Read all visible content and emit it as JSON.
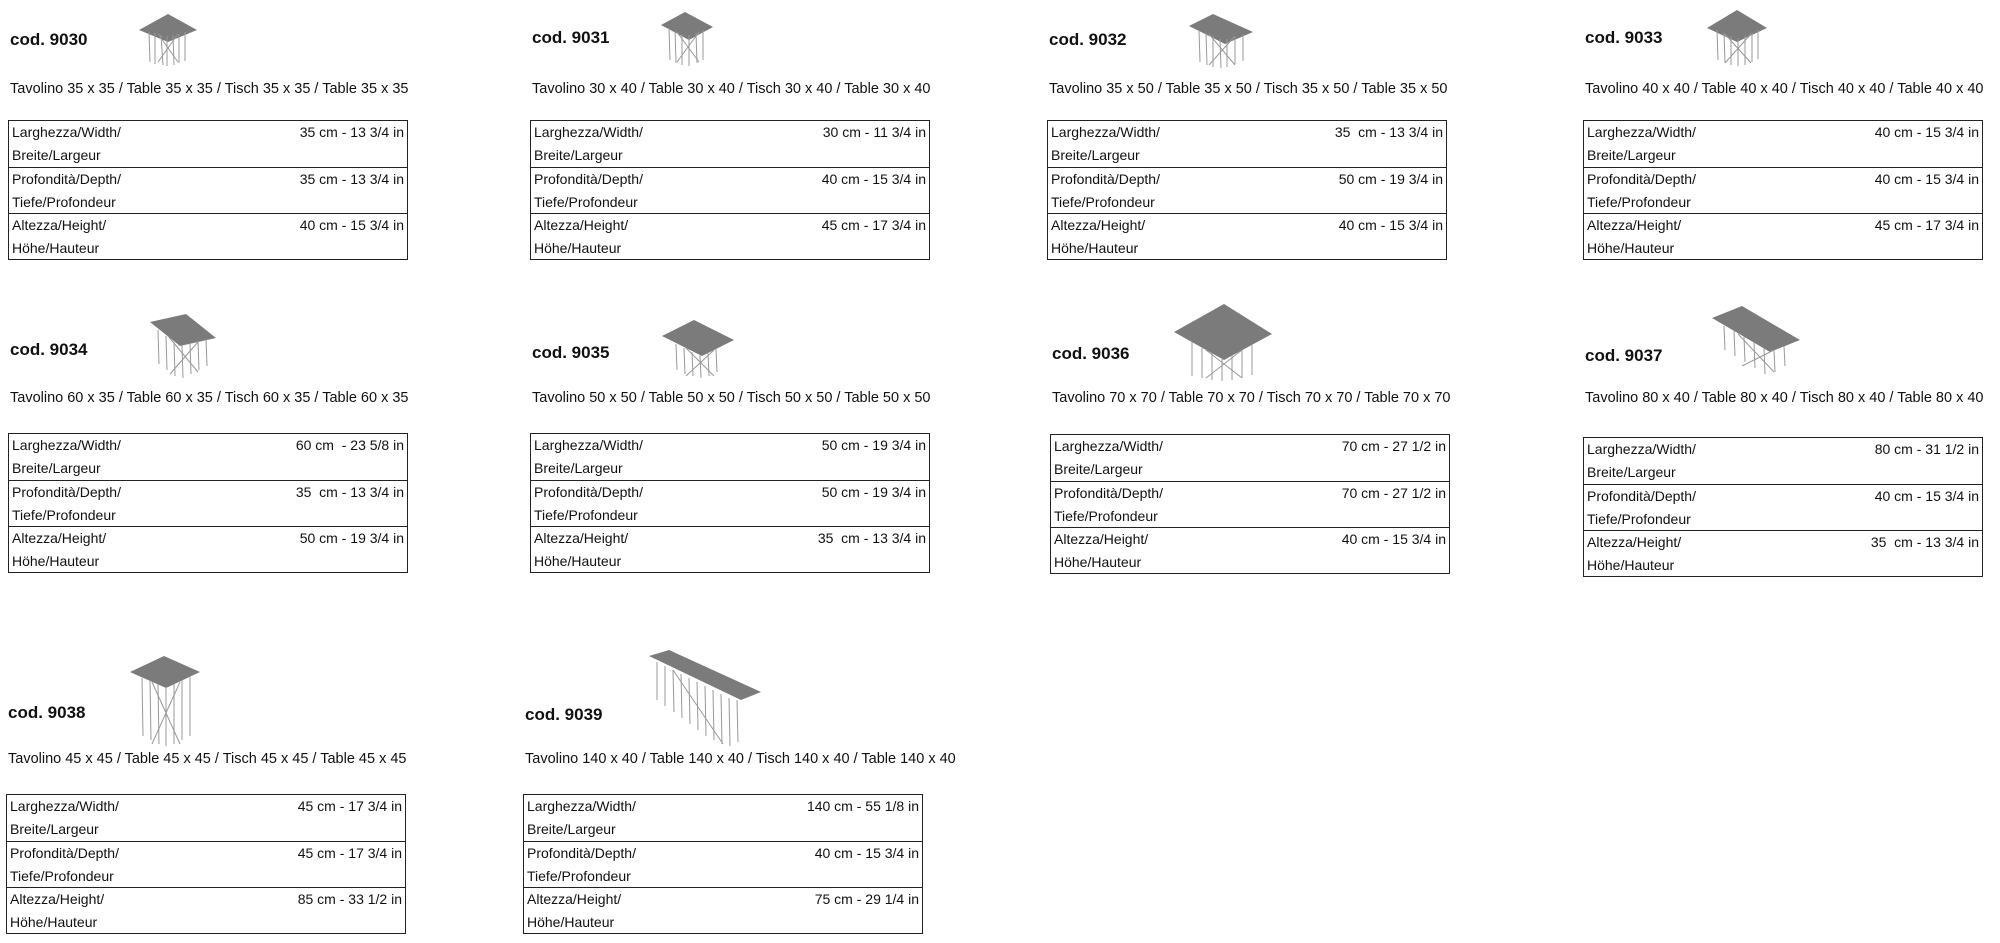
{
  "labels": {
    "width": [
      "Larghezza/Width/",
      "Breite/Largeur"
    ],
    "depth": [
      "Profondità/Depth/",
      "Tiefe/Profondeur"
    ],
    "height": [
      "Altezza/Height/",
      "Höhe/Hauteur"
    ]
  },
  "products": [
    {
      "code": "cod. 9030",
      "desc": "Tavolino 35 x 35 / Table 35 x 35 / Tisch 35 x 35 / Table 35 x 35",
      "width": "35 cm - 13 3/4 in",
      "depth": "35 cm - 13 3/4 in",
      "height": "40 cm - 15 3/4 in",
      "icon": "square-table-icon"
    },
    {
      "code": "cod. 9031",
      "desc": "Tavolino 30 x 40 / Table 30 x 40 / Tisch 30 x 40 / Table 30 x 40",
      "width": "30 cm - 11 3/4 in",
      "depth": "40 cm - 15 3/4 in",
      "height": "45 cm - 17 3/4 in",
      "icon": "square-table-icon"
    },
    {
      "code": "cod. 9032",
      "desc": "Tavolino 35 x 50 / Table 35 x 50 / Tisch 35 x 50 / Table 35 x 50",
      "width": "35  cm - 13 3/4 in",
      "depth": "50 cm - 19 3/4 in",
      "height": "40 cm - 15 3/4 in",
      "icon": "square-table-icon"
    },
    {
      "code": "cod. 9033",
      "desc": "Tavolino 40 x 40 / Table 40 x 40 / Tisch 40 x 40 / Table 40 x 40",
      "width": "40 cm - 15 3/4 in",
      "depth": "40 cm - 15 3/4 in",
      "height": "45 cm - 17 3/4 in",
      "icon": "square-table-icon"
    },
    {
      "code": "cod. 9034",
      "desc": "Tavolino 60 x 35 / Table 60 x 35 / Tisch 60 x 35 / Table 60 x 35",
      "width": "60 cm  - 23 5/8 in",
      "depth": "35  cm - 13 3/4 in",
      "height": "50 cm - 19 3/4 in",
      "icon": "rectangular-table-icon"
    },
    {
      "code": "cod. 9035",
      "desc": "Tavolino 50 x 50 / Table 50 x 50 / Tisch 50 x 50 / Table 50 x 50",
      "width": "50 cm - 19 3/4 in",
      "depth": "50 cm - 19 3/4 in",
      "height": "35  cm - 13 3/4 in",
      "icon": "square-table-icon"
    },
    {
      "code": "cod. 9036",
      "desc": "Tavolino 70 x 70 / Table 70 x 70 / Tisch 70 x 70 / Table 70 x 70",
      "width": "70 cm - 27 1/2 in",
      "depth": "70 cm - 27 1/2 in",
      "height": "40 cm - 15 3/4 in",
      "icon": "square-table-icon"
    },
    {
      "code": "cod. 9037",
      "desc": "Tavolino 80 x 40 / Table 80 x 40 / Tisch 80 x 40 / Table 80 x 40",
      "width": "80 cm - 31 1/2 in",
      "depth": "40 cm - 15 3/4 in",
      "height": "35  cm - 13 3/4 in",
      "icon": "rectangular-table-icon"
    },
    {
      "code": "cod. 9038",
      "desc": "Tavolino 45 x 45 / Table 45 x 45 / Tisch 45 x 45 / Table 45 x 45",
      "width": "45 cm - 17 3/4 in",
      "depth": "45 cm - 17 3/4 in",
      "height": "85 cm - 33 1/2 in",
      "icon": "tall-table-icon"
    },
    {
      "code": "cod. 9039",
      "desc": "Tavolino 140 x 40 / Table 140 x 40 / Tisch 140 x 40 / Table 140 x 40",
      "width": "140 cm - 55 1/8 in",
      "depth": "40 cm - 15 3/4 in",
      "height": "75 cm - 29 1/4 in",
      "icon": "console-table-icon"
    }
  ]
}
